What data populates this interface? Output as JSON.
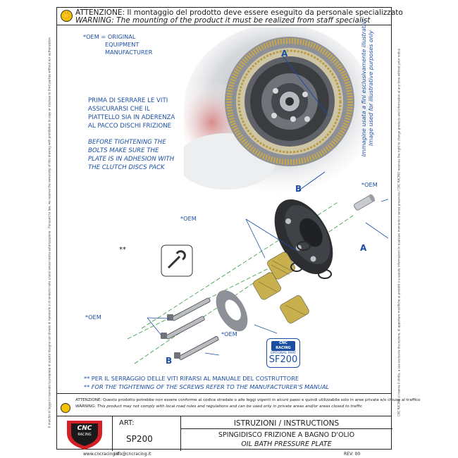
{
  "warning": {
    "it": "ATTENZIONE: Il montaggio del prodotto deve essere eseguito da personale specializzato",
    "en": "WARNING: The mounting of the product it must be realized from staff specialist"
  },
  "oem_note": {
    "line1": "*OEM = ORIGINAL",
    "line2": "EQUIPMENT",
    "line3": "MANUFACTURER"
  },
  "instruction_it": {
    "l1": "PRIMA DI SERRARE LE VITI",
    "l2": "ASSICURARSI CHE IL",
    "l3": "PIATTELLO SIA IN ADERENZA",
    "l4": "AL PACCO DISCHI FRIZIONE"
  },
  "instruction_en": {
    "l1": "BEFORE TIGHTENING THE",
    "l2": "BOLTS MAKE SURE THE",
    "l3": "PLATE IS IN ADHESION WITH",
    "l4": "THE CLUTCH DISCS PACK"
  },
  "illustrative": {
    "it": "Immagine usata a fini esclusivamente illustrativi",
    "en": "Image used for illustrative purposes only"
  },
  "callouts": {
    "a_top": "A",
    "b_top": "B",
    "a_right": "A",
    "b_bottom": "B",
    "oem1": "*OEM",
    "oem2": "*OEM",
    "oem3": "*OEM",
    "oem4": "*OEM",
    "stars": "**"
  },
  "optional_part": {
    "brand": "CNC RACING",
    "label": "OPTIONAL PART",
    "code": "SF200"
  },
  "torque_note": {
    "it": "** PER IL SERRAGGIO DELLE VITI RIFARSI AL MANUALE DEL COSTRUTTORE",
    "en": "** FOR THE TIGHTENING OF THE SCREWS REFER TO THE MANUFACTURER'S MANUAL"
  },
  "legal": {
    "it": "ATTENZIONE: Questo prodotto potrebbe non essere conforme al codice stradale o alle leggi vigenti in alcuni paesi e quindi utilizzabile solo in aree private e/o chiuse al traffico",
    "en": "WARNING: This product may not comply with local road rules and regulations and can be used only in private areas and/or areas closed to traffic"
  },
  "side_text": {
    "left": "Il marchio di legge in riservato la proprietà di questo disegno con divieto di riprodurlo o di renderlo noto a terzi senza nostra autorizzazione - Pursuant to law, we reserve the ownership of this drawing with prohibition to copy or disclose to third parties without our authorization",
    "right": "CNC RACING si riserva il diritto, a sua esclusiva discrezione, di apportare modifiche ai prodotti o a queste informazioni in qualsiasi momento e senza preavviso / CNC RACING reserves the right to change products and information at any time without prior notice"
  },
  "table": {
    "art_label": "ART:",
    "art_value": "SP200",
    "instructions": "ISTRUZIONI / INSTRUCTIONS",
    "desc_it": "SPINGIDISCO FRIZIONE A BAGNO D'OLIO",
    "desc_en": "OIL BATH PRESSURE PLATE"
  },
  "logo": {
    "text": "CNC",
    "sub": "RACING"
  },
  "footer": {
    "web": "www.cncracing.it",
    "email": "info@cncracing.it",
    "rev": "REV: 00"
  },
  "colors": {
    "accent_blue": "#1b4ea3",
    "warning_yellow": "#f2c100",
    "logo_red": "#d31f26"
  }
}
